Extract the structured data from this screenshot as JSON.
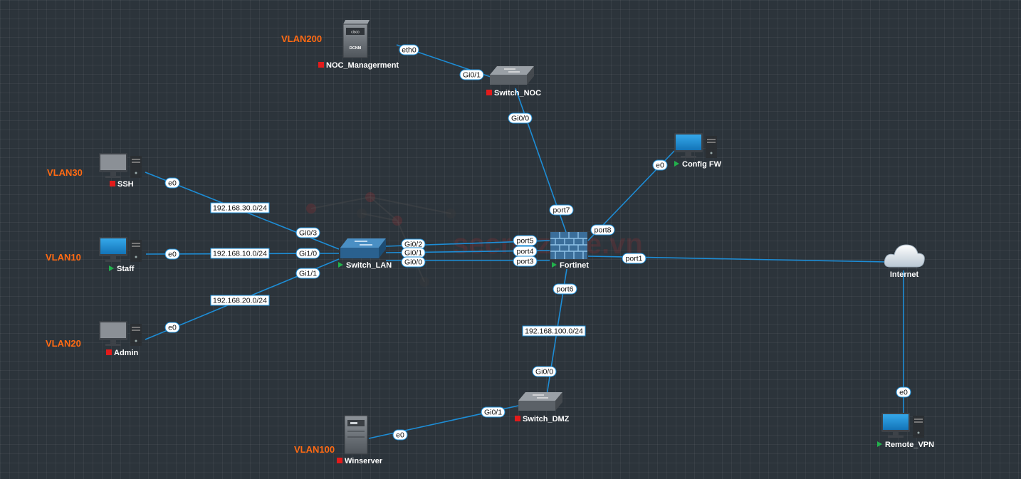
{
  "vlans": {
    "vlan200": "VLAN200",
    "vlan30": "VLAN30",
    "vlan10": "VLAN10",
    "vlan20": "VLAN20",
    "vlan100": "VLAN100"
  },
  "nodes": {
    "noc": "NOC_Managerment",
    "noc_chassis": "DCNM",
    "switch_noc": "Switch_NOC",
    "ssh": "SSH",
    "staff": "Staff",
    "admin": "Admin",
    "switch_lan": "Switch_LAN",
    "fortinet": "Fortinet",
    "config_fw": "Config FW",
    "internet": "Internet",
    "switch_dmz": "Switch_DMZ",
    "winserver": "Winserver",
    "remote_vpn": "Remote_VPN"
  },
  "ports": {
    "noc_eth0": "eth0",
    "swnoc_gi01": "Gi0/1",
    "swnoc_gi00": "Gi0/0",
    "ssh_e0": "e0",
    "staff_e0": "e0",
    "admin_e0": "e0",
    "lan_gi03": "Gi0/3",
    "lan_gi10": "Gi1/0",
    "lan_gi11": "Gi1/1",
    "lan_gi02": "Gi0/2",
    "lan_gi01": "Gi0/1",
    "lan_gi00": "Gi0/0",
    "fw_port5": "port5",
    "fw_port4": "port4",
    "fw_port3": "port3",
    "fw_port7": "port7",
    "fw_port8": "port8",
    "fw_port1": "port1",
    "fw_port6": "port6",
    "cfg_e0": "e0",
    "dmz_gi00": "Gi0/0",
    "dmz_gi01": "Gi0/1",
    "win_e0": "e0",
    "vpn_e0": "e0"
  },
  "networks": {
    "net30": "192.168.30.0/24",
    "net10": "192.168.10.0/24",
    "net20": "192.168.20.0/24",
    "net100": "192.168.100.0/24"
  },
  "watermark": "secretzone.vn",
  "colors": {
    "link": "#1d8dd6",
    "vlan_label": "#ff6a13",
    "stopped": "#e31b1b",
    "running": "#22b14c"
  }
}
